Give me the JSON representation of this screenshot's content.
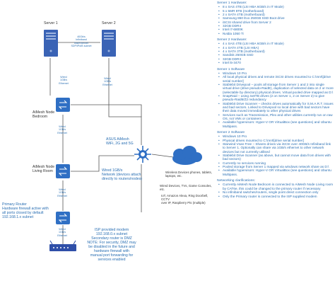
{
  "servers": {
    "server1": {
      "title": "Server 1"
    },
    "server2": {
      "title": "Server 2"
    },
    "link_label": "40Gb/s\nInfiniband\nlink/Ethernet\nSDP/IPoIB subnet"
  },
  "link_labels": {
    "s1_wired": "Wired\n1GB/s\nEthernet",
    "s2_wired": "Wired\n1GB/s\nEthernet",
    "bedroom_down": "Wired\n1GB/s\nEthernet",
    "living_down": "Wired\n1GB/s\nEthernet",
    "router_down": "Wired\n1GB/s\nEthernet"
  },
  "nodes": {
    "bedroom": "AiMesh Node\nBedroom",
    "living": "AiMesh Node\nLiving Room",
    "primary_router": "Primary Router\nHardware firewall active with\nall ports closed by default\n192.168.1.x subnet",
    "wifi": "ASUS AiMesh\nWiFi, 2G and 5G",
    "wired_net": "Wired 1GB/s\nNetwork (devices attach\ndirectly to routers/nodes)",
    "wireless_devices": "Wireless Devices phones, tablets,\nlaptops, etc.",
    "wired_devices": "Wired Devices, TVs, Game Consoles, etc.",
    "iot": "IoT, Amazon Alexa, Ring Doorbell, CCTV\nover IP, Raspberry Pis (multiple)",
    "isp": "ISP provided modem\n192.168.0.x subnet\nSecondary router is DMZ\nNOTE: For security, DMZ may\nbe disabled in the future and\nhardware firewall with\nmanual port forwarding for\nservices enabled"
  },
  "panel": {
    "server1_hw": {
      "title": "Server 1 Hardware:",
      "items": [
        "8 x SAS 4TB (LSI HBA 6GB/s in IT Mode)",
        "5 x 5MR 8TB (motherboard)",
        "2 x SATA 4TB (motherboard)",
        "Samsung 860 Evo 250GB SSD Boot drive",
        "iSCSI shared drive from Server 2",
        "32GB DDR4",
        "Intel i7-6800K",
        "Nvidia 1050 Ti"
      ]
    },
    "server2_hw": {
      "title": "Server 2 Hardware:",
      "items": [
        "4 x SAS 4TB (LSI HBA 6GB/s in IT Mode)",
        "4 x SATA 4TB (LSI HBA)",
        "4 x SATA 3TB (motherboard)",
        "Sandisk 250GB SSD",
        "32GB DDR3",
        "Intel i5-3470"
      ]
    },
    "server1_sw": {
      "title": "Server 1 Software",
      "items": [
        "Windows 10 Pro",
        "All local physical drives and remote iSCSI drives mounted to C:\\mnt\\[drive serial number]",
        "Stablebit Drivepool – pools all storage from Server 1 and 2 into single virtual drive (drive pseudo-RaidE), duplication of selected data on 2 or more (selectable by directory) physical drives. Virtual pooled drive mapped as D:\\",
        "SnapRaid – using 4x8TB drives (2 on Server 1, 2 on Server 2) to give pseudo-Raid6/Z2 redundancy",
        "Stablebit Drive Scanner – checks drives automatically for S.M.A.R.T. issues and bad sectors. Linked to Drivepool so local drive with bad sectors have their data moved immediately to other physical drives",
        "Services such as Transmission, Plex and other utilities currently run on raw OS, not VMs or containers",
        "Available hypervisors: Hyper-V OR VirtualBox (see questions) and Ubuntu Multipass."
      ]
    },
    "server2_sw": {
      "title": "Server 2 Software",
      "items": [
        "Windows 10 Pro",
        "Physical drives mounted to C:\\mnt\\[drive serial number]",
        "Starwind Vsan Free – Shares drives via iSCSI over 40GB/s Infiniband link to Server 1. Optionally can share via 1GB/s ethernet to other network devices but not currently utilised",
        "Stablebit Drive Scanner (as above, but cannot move data from drives with bad sectors)",
        "Currently no services running",
        "Pooled storage from Server 1 mapped via windows network share as D:\\",
        "Available hypervisors: Hyper-V OR VirtualBox (see questions) and Ubuntu Multipass."
      ]
    },
    "networking": {
      "title": "Networking clarifications:",
      "items": [
        "Currently AiMesh Node Bedroom is connected to AiMesh Node Living room by CAT6e, this could be changed to the primary router if necessary",
        "No infiniband switches/routers, single point direct connection only",
        "Only the Primary router is connected to the ISP supplied modem"
      ]
    }
  }
}
